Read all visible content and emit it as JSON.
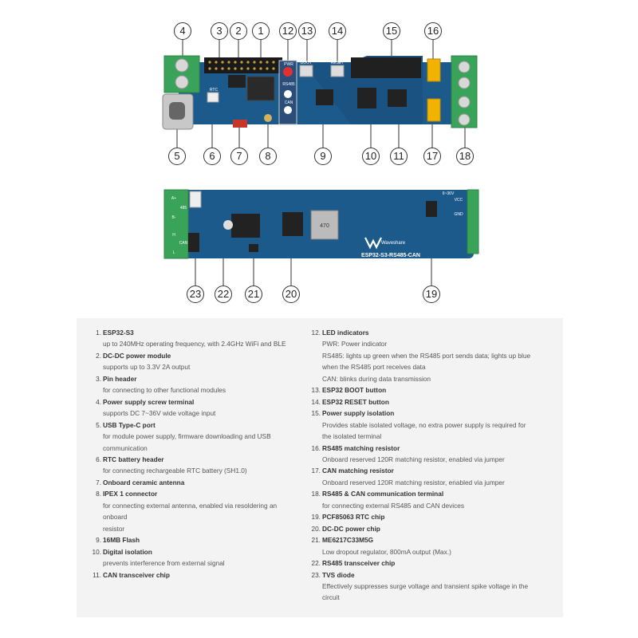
{
  "callouts": [
    "1",
    "2",
    "3",
    "4",
    "5",
    "6",
    "7",
    "8",
    "9",
    "10",
    "11",
    "12",
    "13",
    "14",
    "15",
    "16",
    "17",
    "18",
    "19",
    "20",
    "21",
    "22",
    "23"
  ],
  "board_top": {
    "labels": [
      "RTC",
      "PWR",
      "RS485",
      "CAN",
      "BOOT",
      "RESET"
    ],
    "colors": {
      "pcb": "#1d5a8c",
      "pcb_dark": "#174a74",
      "terminal": "#3aa35a",
      "usb": "#c8c8c8",
      "isolation": "#202020",
      "jumper": "#f2b300"
    }
  },
  "board_bottom": {
    "labels": [
      "A+",
      "485",
      "B-",
      "H",
      "CAN",
      "L",
      "470",
      "Waveshare",
      "ESP32-S3-RS485-CAN",
      "6~36V",
      "VCC",
      "GND"
    ],
    "colors": {
      "pcb": "#1d5a8c",
      "terminal": "#3aa35a"
    }
  },
  "legend_left": [
    {
      "num": "1.",
      "title": "ESP32-S3",
      "desc": [
        "up to 240MHz operating frequency, with 2.4GHz WiFi and BLE"
      ]
    },
    {
      "num": "2.",
      "title": "DC-DC power module",
      "desc": [
        "supports up to 3.3V 2A output"
      ]
    },
    {
      "num": "3.",
      "title": "Pin header",
      "desc": [
        "for connecting to other functional modules"
      ]
    },
    {
      "num": "4.",
      "title": "Power supply screw terminal",
      "desc": [
        "supports DC 7~36V wide voltage input"
      ]
    },
    {
      "num": "5.",
      "title": "USB Type-C port",
      "desc": [
        "for module power supply, firmware downloading and USB",
        "communication"
      ]
    },
    {
      "num": "6.",
      "title": "RTC battery header",
      "desc": [
        "for connecting rechargeable RTC battery (SH1.0)"
      ]
    },
    {
      "num": "7.",
      "title": "Onboard ceramic antenna",
      "desc": []
    },
    {
      "num": "8.",
      "title": "IPEX 1 connector",
      "desc": [
        "for connecting external antenna, enabled via resoldering an onboard",
        "resistor"
      ]
    },
    {
      "num": "9.",
      "title": "16MB Flash",
      "desc": []
    },
    {
      "num": "10.",
      "title": "Digital isolation",
      "desc": [
        "prevents interference from external signal"
      ]
    },
    {
      "num": "11.",
      "title": "CAN transceiver chip",
      "desc": []
    }
  ],
  "legend_right": [
    {
      "num": "12.",
      "title": "LED indicators",
      "desc": [
        "PWR: Power indicator",
        "RS485: lights up green when the RS485 port sends data; lights up blue",
        "when the RS485 port receives data",
        "CAN: blinks during data transmission"
      ]
    },
    {
      "num": "13.",
      "title": "ESP32 BOOT button",
      "desc": []
    },
    {
      "num": "14.",
      "title": "ESP32 RESET button",
      "desc": []
    },
    {
      "num": "15.",
      "title": "Power supply isolation",
      "desc": [
        "Provides stable isolated voltage, no extra power supply is required for",
        "the isolated terminal"
      ]
    },
    {
      "num": "16.",
      "title": "RS485 matching resistor",
      "desc": [
        "Onboard reserved 120R matching resistor, enabled via jumper"
      ]
    },
    {
      "num": "17.",
      "title": "CAN matching resistor",
      "desc": [
        "Onboard reserved 120R matching resistor, enabled via jumper"
      ]
    },
    {
      "num": "18.",
      "title": "RS485 & CAN communication terminal",
      "desc": [
        "for connecting external RS485 and CAN devices"
      ]
    },
    {
      "num": "19.",
      "title": "PCF85063 RTC chip",
      "desc": []
    },
    {
      "num": "20.",
      "title": "DC-DC power chip",
      "desc": []
    },
    {
      "num": "21.",
      "title": "ME6217C33M5G",
      "desc": [
        "Low dropout regulator, 800mA output (Max.)"
      ]
    },
    {
      "num": "22.",
      "title": "RS485 transceiver chip",
      "desc": []
    },
    {
      "num": "23.",
      "title": "TVS diode",
      "desc": [
        "Effectively suppresses surge voltage and transient spike voltage in the",
        "circuit"
      ]
    }
  ]
}
